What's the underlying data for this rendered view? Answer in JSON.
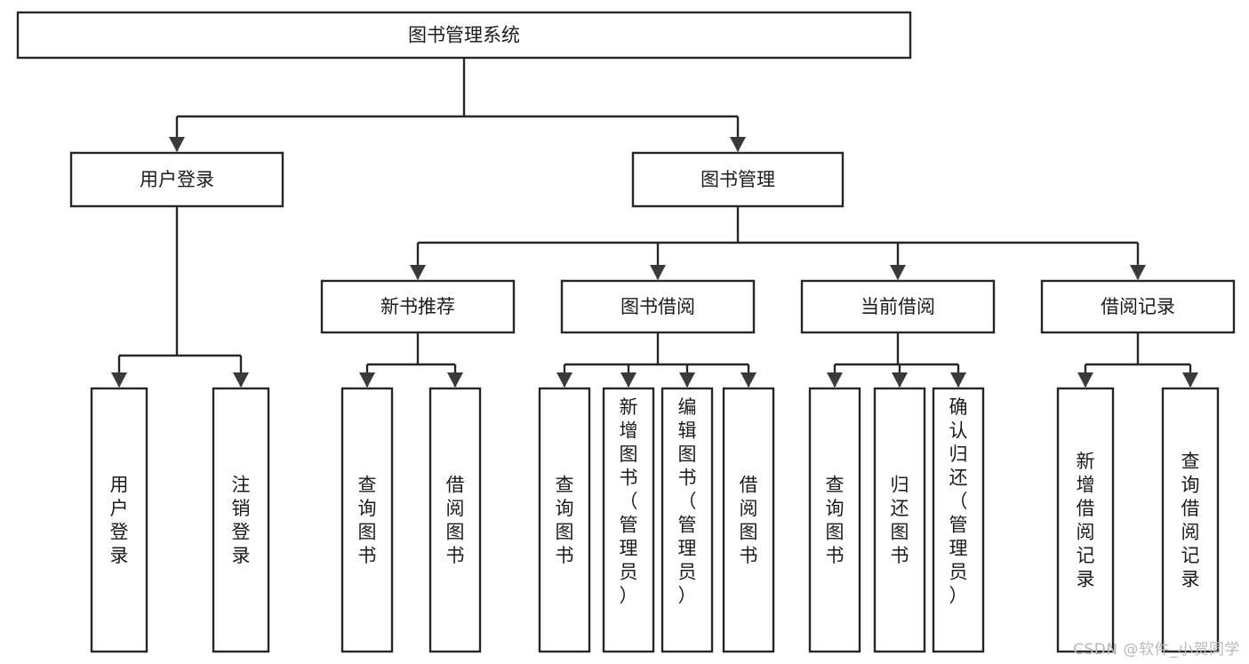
{
  "diagram": {
    "type": "tree",
    "title": "图书管理系统",
    "orientation": "top-down",
    "colors": {
      "stroke": "#262626",
      "fill": "#ffffff",
      "text": "#1b1b1b",
      "arrow": "#3a3a3a",
      "watermark": "#b9b9b9"
    },
    "root": {
      "id": "root",
      "label": "图书管理系统",
      "level": 1,
      "orientation": "horizontal"
    },
    "level2": [
      {
        "id": "user-login",
        "label": "用户登录",
        "level": 2,
        "orientation": "horizontal"
      },
      {
        "id": "book-management",
        "label": "图书管理",
        "level": 2,
        "orientation": "horizontal"
      }
    ],
    "level3": [
      {
        "id": "new-book-recommend",
        "label": "新书推荐",
        "level": 3,
        "orientation": "horizontal",
        "parent": "book-management"
      },
      {
        "id": "book-borrow",
        "label": "图书借阅",
        "level": 3,
        "orientation": "horizontal",
        "parent": "book-management"
      },
      {
        "id": "current-borrow",
        "label": "当前借阅",
        "level": 3,
        "orientation": "horizontal",
        "parent": "book-management"
      },
      {
        "id": "borrow-record",
        "label": "借阅记录",
        "level": 3,
        "orientation": "horizontal",
        "parent": "book-management"
      }
    ],
    "leaves": [
      {
        "id": "leaf-user-login",
        "label": "用户登录",
        "orientation": "vertical",
        "parent": "user-login"
      },
      {
        "id": "leaf-logout",
        "label": "注销登录",
        "orientation": "vertical",
        "parent": "user-login"
      },
      {
        "id": "leaf-query-book-1",
        "label": "查询图书",
        "orientation": "vertical",
        "parent": "new-book-recommend"
      },
      {
        "id": "leaf-borrow-book-1",
        "label": "借阅图书",
        "orientation": "vertical",
        "parent": "new-book-recommend"
      },
      {
        "id": "leaf-query-book-2",
        "label": "查询图书",
        "orientation": "vertical",
        "parent": "book-borrow"
      },
      {
        "id": "leaf-add-book",
        "label": "新增图书（管理员）",
        "orientation": "vertical",
        "parent": "book-borrow"
      },
      {
        "id": "leaf-edit-book",
        "label": "编辑图书（管理员）",
        "orientation": "vertical",
        "parent": "book-borrow"
      },
      {
        "id": "leaf-borrow-book-2",
        "label": "借阅图书",
        "orientation": "vertical",
        "parent": "book-borrow"
      },
      {
        "id": "leaf-query-book-3",
        "label": "查询图书",
        "orientation": "vertical",
        "parent": "current-borrow"
      },
      {
        "id": "leaf-return-book",
        "label": "归还图书",
        "orientation": "vertical",
        "parent": "current-borrow"
      },
      {
        "id": "leaf-confirm-return",
        "label": "确认归还（管理员）",
        "orientation": "vertical",
        "parent": "current-borrow"
      },
      {
        "id": "leaf-add-record",
        "label": "新增借阅记录",
        "orientation": "vertical",
        "parent": "borrow-record"
      },
      {
        "id": "leaf-query-record",
        "label": "查询借阅记录",
        "orientation": "vertical",
        "parent": "borrow-record"
      }
    ]
  },
  "watermark": {
    "text": "CSDN @软件_小贺同学"
  }
}
